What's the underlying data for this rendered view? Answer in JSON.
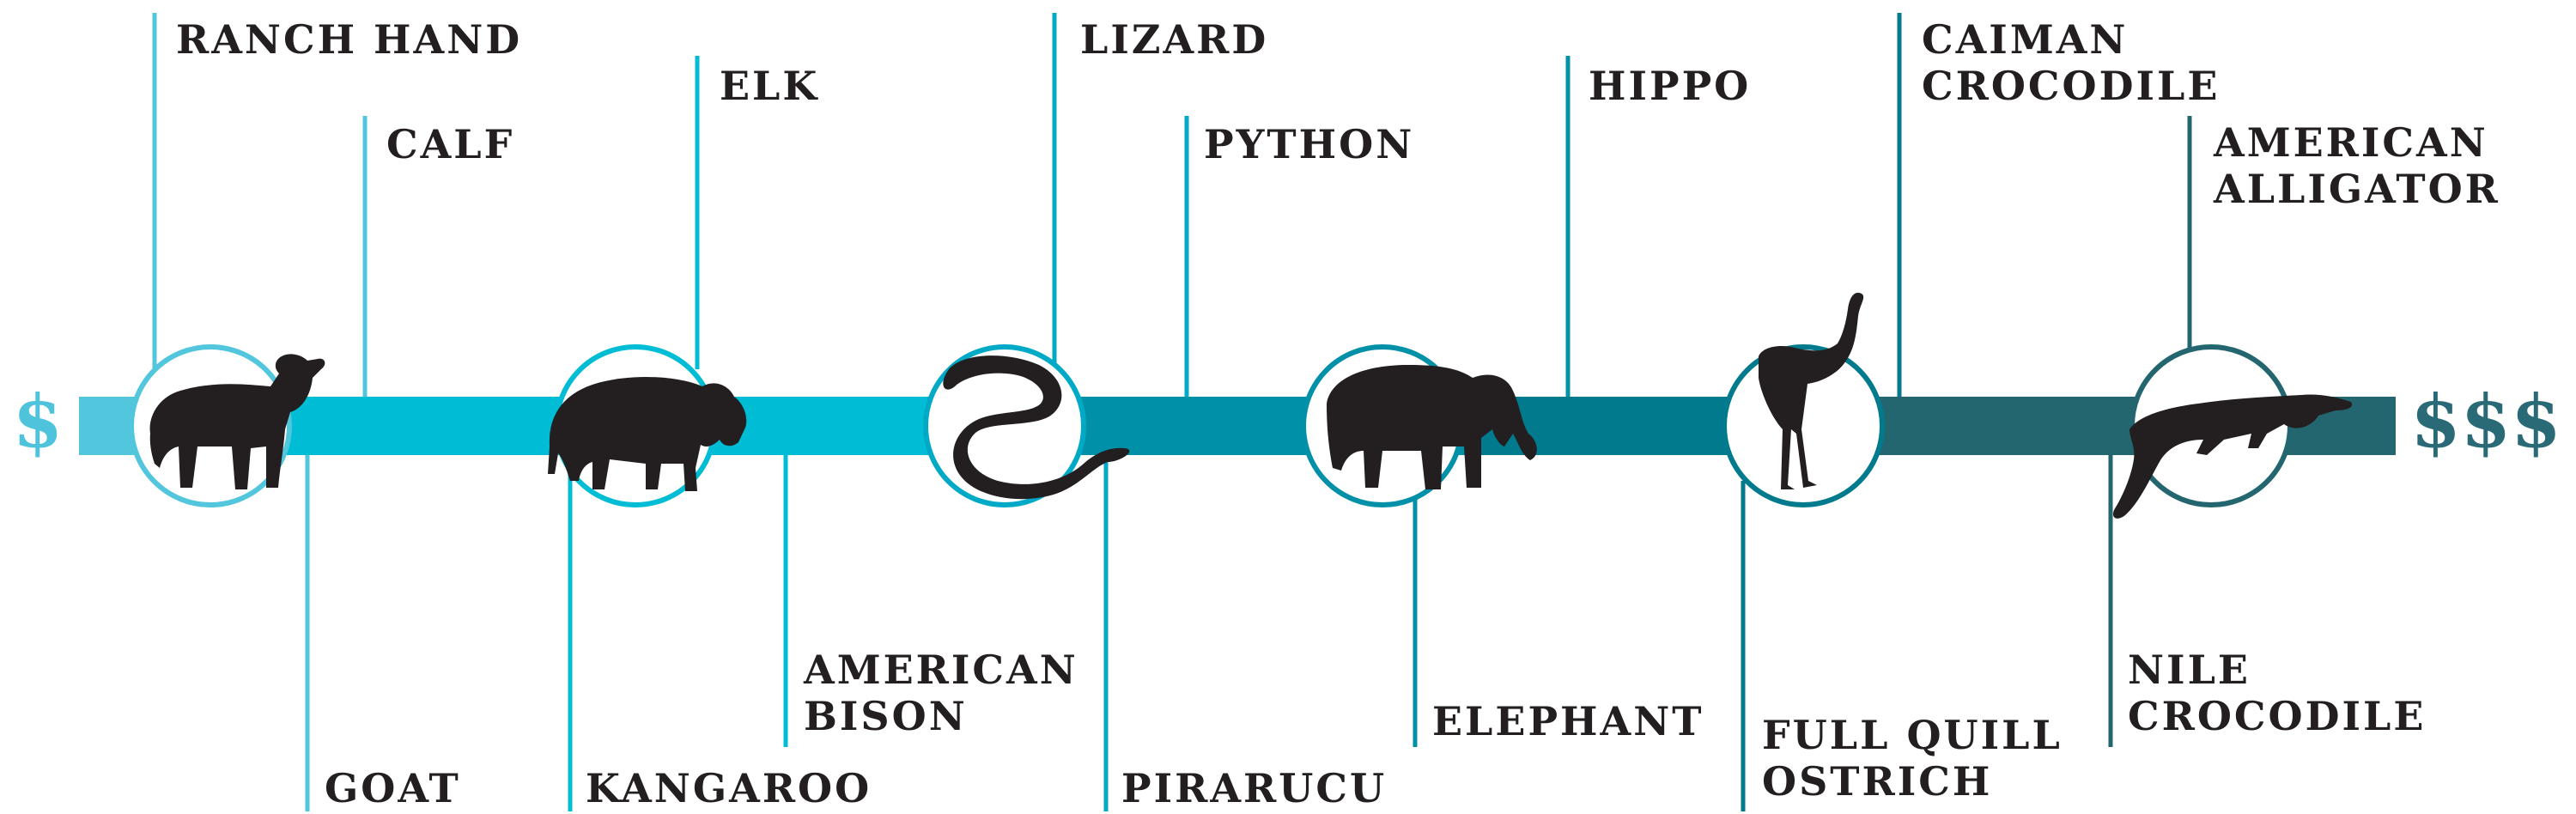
{
  "scale": {
    "low_label": "$",
    "high_label": "$$$",
    "low_color": "#4fc3db",
    "high_color": "#2a6a76"
  },
  "colors": {
    "label_text": "#231f20",
    "silhouette": "#231f20",
    "segments": [
      "#52c6dc",
      "#00bcd4",
      "#00aac6",
      "#0090a8",
      "#007a8c",
      "#23666f"
    ]
  },
  "icons": [
    "lamb-icon",
    "bison-icon",
    "python-icon",
    "elephant-icon",
    "ostrich-icon",
    "crocodile-icon"
  ],
  "leather_types": [
    {
      "name": "ranch-hand",
      "lines": [
        "RANCH HAND"
      ]
    },
    {
      "name": "calf",
      "lines": [
        "CALF"
      ]
    },
    {
      "name": "goat",
      "lines": [
        "GOAT"
      ]
    },
    {
      "name": "elk",
      "lines": [
        "ELK"
      ]
    },
    {
      "name": "kangaroo",
      "lines": [
        "KANGAROO"
      ]
    },
    {
      "name": "american-bison",
      "lines": [
        "AMERICAN",
        "BISON"
      ]
    },
    {
      "name": "lizard",
      "lines": [
        "LIZARD"
      ]
    },
    {
      "name": "python",
      "lines": [
        "PYTHON"
      ]
    },
    {
      "name": "pirarucu",
      "lines": [
        "PIRARUCU"
      ]
    },
    {
      "name": "hippo",
      "lines": [
        "HIPPO"
      ]
    },
    {
      "name": "elephant",
      "lines": [
        "ELEPHANT"
      ]
    },
    {
      "name": "caiman-crocodile",
      "lines": [
        "CAIMAN",
        "CROCODILE"
      ]
    },
    {
      "name": "full-quill-ostrich",
      "lines": [
        "FULL QUILL",
        "OSTRICH"
      ]
    },
    {
      "name": "american-alligator",
      "lines": [
        "AMERICAN",
        "ALLIGATOR"
      ]
    },
    {
      "name": "nile-crocodile",
      "lines": [
        "NILE",
        "CROCODILE"
      ]
    }
  ]
}
